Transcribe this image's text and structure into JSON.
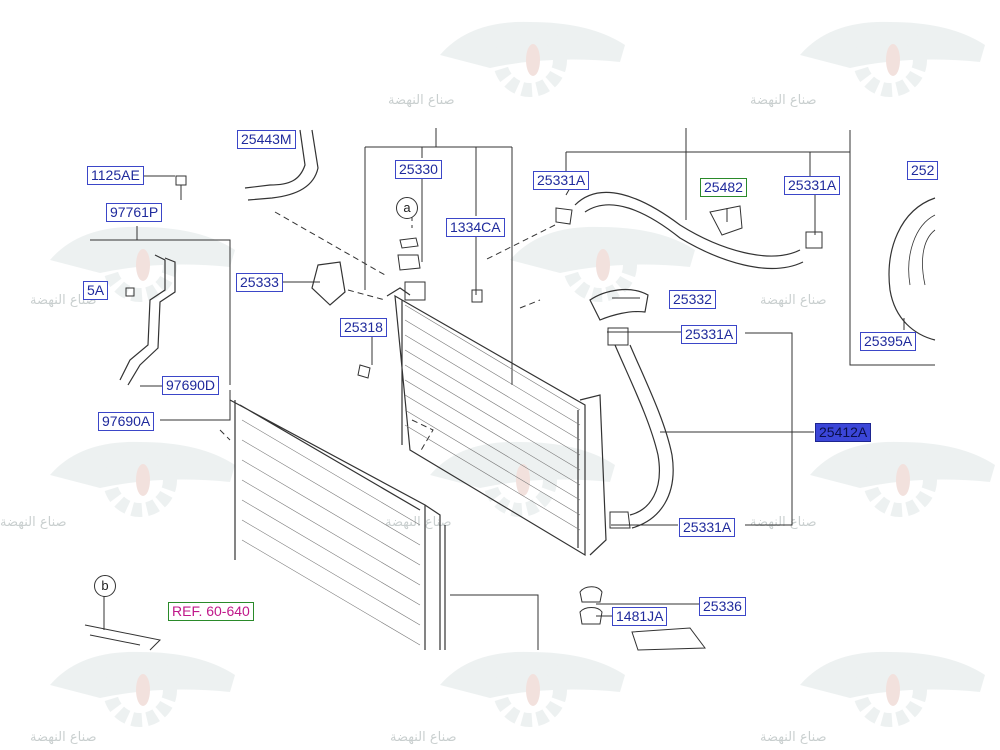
{
  "diagram": {
    "callouts": {
      "c25443M": "25443M",
      "c1125AE": "1125AE",
      "c97761P": "97761P",
      "c5A": "5A",
      "c25333": "25333",
      "c25318": "25318",
      "c97690D": "97690D",
      "c97690A": "97690A",
      "c25330": "25330",
      "c1334CA": "1334CA",
      "c25331A_top_left": "25331A",
      "c25482": "25482",
      "c25331A_top_right": "25331A",
      "c252": "252",
      "c25332": "25332",
      "c25395A": "25395A",
      "c25331A_mid": "25331A",
      "c25412A": "25412A",
      "c25331A_low": "25331A",
      "c25336": "25336",
      "c1481JA": "1481JA",
      "ref_60_640": "REF. 60-640"
    },
    "markers": {
      "a": "a",
      "b": "b"
    },
    "selected_part": "25412A"
  },
  "watermark": {
    "text": "صناع النهضة",
    "color": "#dfe6e6",
    "accent": "#e9c9c2"
  }
}
